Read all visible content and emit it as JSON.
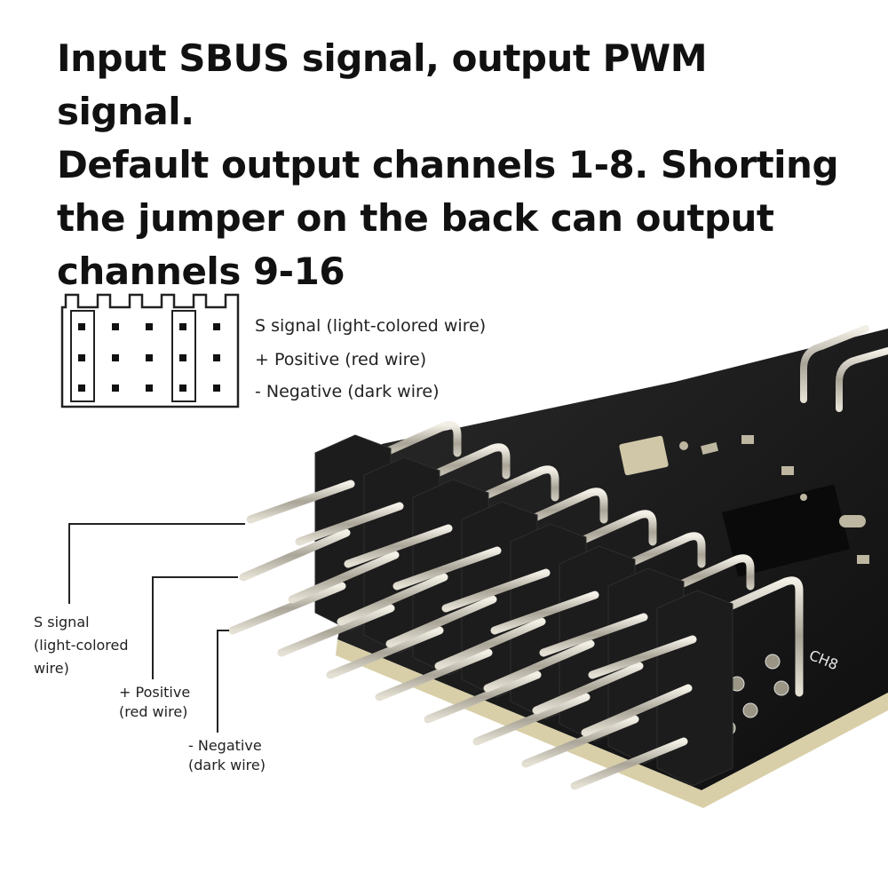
{
  "headline": {
    "line1": "Input SBUS signal, output PWM signal.",
    "line2": "Default output channels 1-8. Shorting",
    "line3": "the jumper on the back can output",
    "line4": "channels 9-16"
  },
  "pin_legend": {
    "signal": "S signal (light-colored wire)",
    "positive": "+ Positive (red wire)",
    "negative": "- Negative (dark wire)"
  },
  "callouts": {
    "signal_line1": "S signal",
    "signal_line2": "(light-colored",
    "signal_line3": "wire)",
    "positive_line1": "+ Positive",
    "positive_line2": "(red wire)",
    "negative_line1": "- Negative",
    "negative_line2": "(dark wire)"
  },
  "board": {
    "silkscreen_label": "CH8"
  },
  "colors": {
    "pcb": "#161616",
    "pin_metal": "#c9c4b8",
    "header_plastic": "#1c1c1c",
    "pcb_edge": "#d8cfa8"
  }
}
